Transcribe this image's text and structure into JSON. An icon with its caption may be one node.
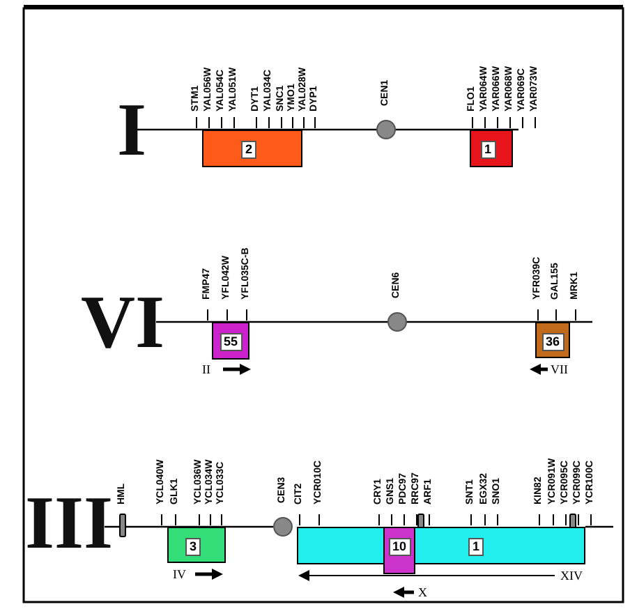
{
  "diagram": {
    "nodes": [
      {
        "text": [
          "2"
        ]
      },
      {
        "text": [],
        "shape": "circle",
        "beside": [
          "CEN1"
        ]
      },
      {
        "text": [
          "1"
        ]
      },
      {
        "text": [
          "55"
        ]
      },
      {
        "text": [],
        "shape": "circle",
        "beside": [
          "CEN6"
        ]
      },
      {
        "text": [
          "36"
        ]
      },
      {
        "text": [
          "3"
        ]
      },
      {
        "text": [],
        "shape": "circle",
        "beside": [
          "CEN3"
        ]
      },
      {
        "text": [
          "1"
        ]
      },
      {
        "text": [
          "10"
        ]
      }
    ],
    "labels": [
      "I",
      "STM1",
      "YAL056W",
      "YAL054C",
      "YAL051W",
      "DYT1",
      "YAL034C",
      "SNC1",
      "YMO1",
      "YAL028W",
      "DYP1",
      "FLO1",
      "YAR064W",
      "YAR066W",
      "YAR068W",
      "YAR069C",
      "YAR073W",
      "VI",
      "FMP47",
      "YFL042W",
      "YFL035C-B",
      "YFR039C",
      "GAL155",
      "MRK1",
      "II",
      "VII",
      "III",
      "HML",
      "YCL040W",
      "GLK1",
      "YCL036W",
      "YCL034W",
      "YCL033C",
      "CIT2",
      "YCR010C",
      "CRY1",
      "GNS1",
      "PDC97",
      "RRC97",
      "ARF1",
      "SNT1",
      "EGX32",
      "SNO1",
      "KIN82",
      "YCR091W",
      "YCR095C",
      "YCR099C",
      "YCR100C",
      "IV",
      "XIV",
      "X"
    ]
  }
}
